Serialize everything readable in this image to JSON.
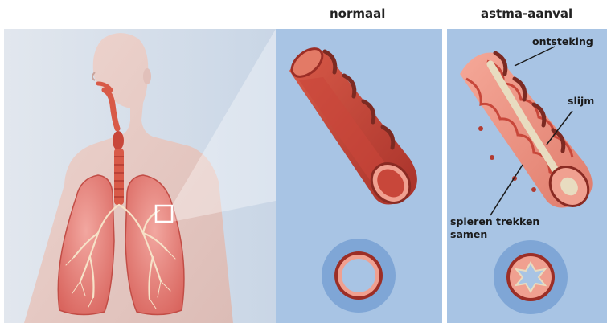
{
  "headings": {
    "normal": "normaal",
    "attack": "astma-aanval"
  },
  "annotations": {
    "inflammation": "ontsteking",
    "mucus": "slijm",
    "muscles_line1": "spieren trekken",
    "muscles_line2": "samen"
  },
  "colors": {
    "panel_blue": "#a8c4e4",
    "background_blue": "#c9d9ec",
    "tissue_red": "#c8473a",
    "tissue_pink": "#f0a090",
    "mucus": "#e8dcc0"
  }
}
